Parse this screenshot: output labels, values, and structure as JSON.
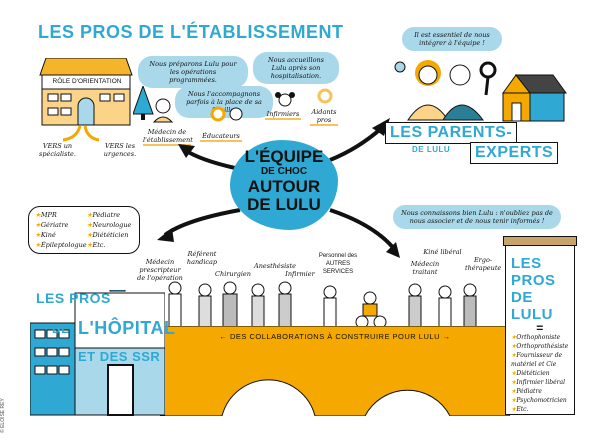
{
  "etablissement": {
    "title": "LES PROS DE L'ÉTABLISSEMENT",
    "house_label": "RÔLE D'ORIENTATION",
    "vers_specialiste": "VERS un spécialiste.",
    "vers_urgences": "VERS les urgences.",
    "bubble_operations": "Nous préparons Lulu pour les opérations programmées.",
    "bubble_famille": "Nous l'accompagnons parfois à la place de sa famille.",
    "bubble_hospitalisation": "Nous accueillons Lulu après son hospitalisation.",
    "roles": [
      "Médecin de l'établissement",
      "Éducateurs",
      "Infirmiers",
      "Aidants pros"
    ]
  },
  "center": {
    "line1": "L'ÉQUIPE",
    "line2": "DE CHOC",
    "line3": "AUTOUR",
    "line4": "DE LULU"
  },
  "parents": {
    "bubble": "Il est essentiel de nous intégrer à l'équipe !",
    "banner_1": "LES PARENTS-",
    "banner_2": "DE LULU",
    "banner_3": "EXPERTS"
  },
  "hopital": {
    "specialties": [
      "MPR",
      "Pédiatre",
      "Gériatre",
      "Neurologue",
      "Kiné",
      "Diététicien",
      "Épileptologue",
      "Etc."
    ],
    "title_1": "LES PROS",
    "title_2": "DE",
    "title_3": "L'HÔPITAL",
    "title_4": "ET DES SSR",
    "staff": [
      "Médecin prescripteur de l'opération",
      "Référent handicap",
      "Chirurgien",
      "Anesthésiste",
      "Infirmier",
      "Personnel des AUTRES SERVICES"
    ]
  },
  "bridge_text": "DES COLLABORATIONS À CONSTRUIRE POUR LULU",
  "lulu_pros": {
    "bubble": "Nous connaissons bien Lulu : n'oubliez pas de nous associer et de nous tenir informés !",
    "staff": [
      "Médecin traitant",
      "Kiné libéral",
      "Ergo-thérapeute"
    ],
    "title_1": "LES PROS",
    "title_2": "DE LULU",
    "equals": "=",
    "list": [
      "Orthophoniste",
      "Orthoprothésiste",
      "Fournisseur de matériel et Cie",
      "Diététicien",
      "Infirmier libéral",
      "Pédiatre",
      "Psychomotricien",
      "Etc."
    ]
  },
  "copyright": "© ELOÏSE REY",
  "colors": {
    "blue": "#2fa9d3",
    "light_blue": "#a9d8ea",
    "yellow": "#f5a800"
  }
}
